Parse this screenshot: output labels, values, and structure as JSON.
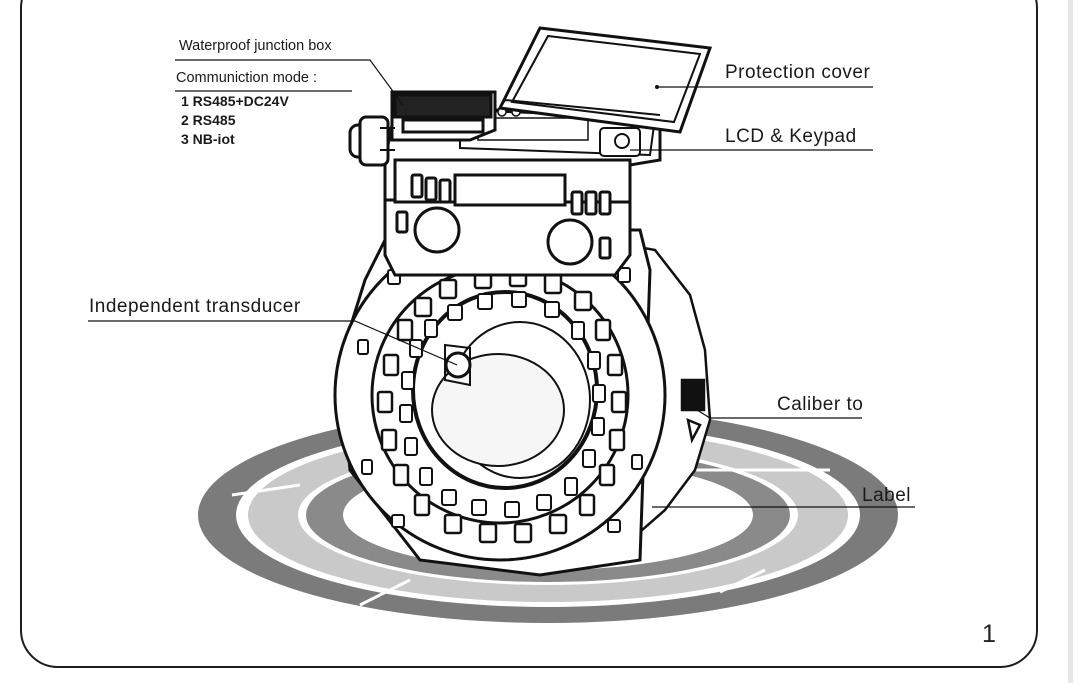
{
  "labels": {
    "junction_box": "Waterproof junction box",
    "comm_mode": "Communiction mode :",
    "comm_options": [
      "1 RS485+DC24V",
      "2 RS485",
      "3 NB-iot"
    ],
    "protection_cover": "Protection cover",
    "lcd_keypad": "LCD & Keypad",
    "transducer": "Independent transducer",
    "caliber": "Caliber to",
    "label": "Label"
  },
  "page_number": "1",
  "colors": {
    "ring_dark": "#7b7b7b",
    "ring_light": "#c9c9c9",
    "line": "#111111"
  }
}
